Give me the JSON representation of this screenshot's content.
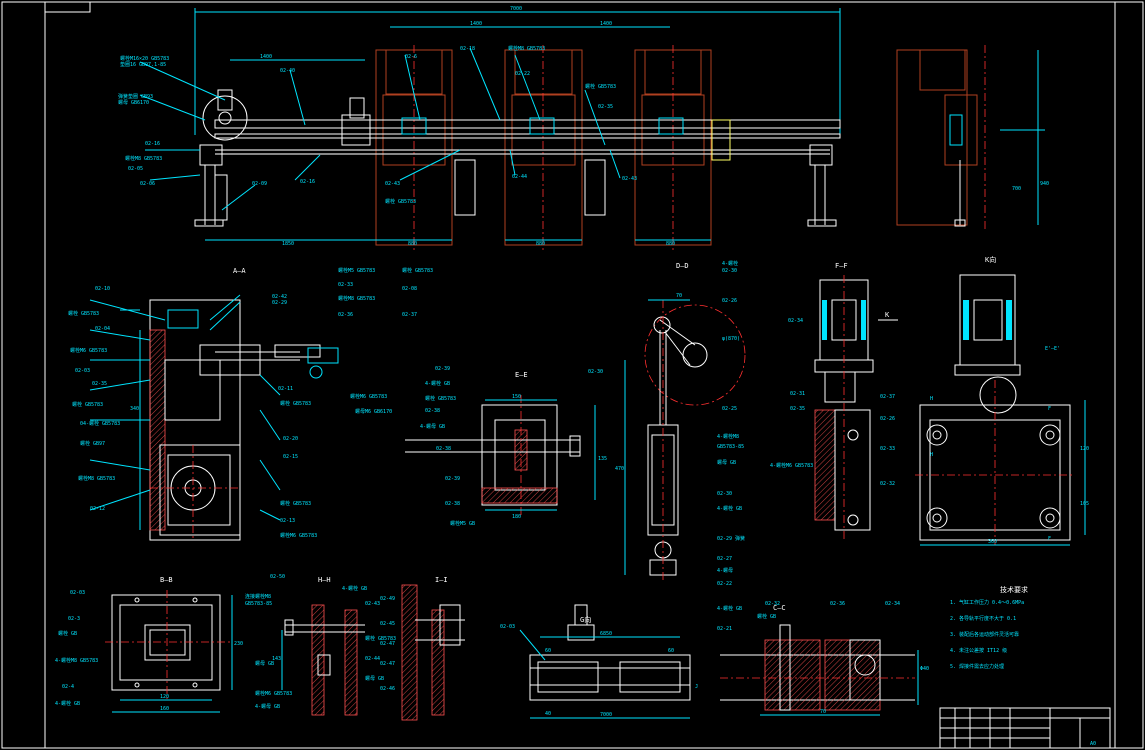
{
  "drawing": {
    "top_dims": {
      "overall": "7000",
      "span_left": "1400",
      "span_right": "1400",
      "left": "1400",
      "bottom_left": "1850",
      "press1": "880",
      "press2": "880",
      "press3": "880"
    },
    "views": {
      "aa": "A—A",
      "bb": "B—B",
      "cc": "C—C",
      "dd": "D—D",
      "ee": "E—E",
      "ff": "F—F",
      "hh": "H—H",
      "ii": "I—I",
      "kk": "K向",
      "gg": "G向"
    },
    "tech_req_title": "技术要求",
    "tech_req": [
      "1. 气缸工作压力 0.4～0.6MPa",
      "2. 各导轨平行度不大于 0.1",
      "3. 装配后各运动部件灵活可靠",
      "4. 未注公差按 IT12 级",
      "5. 焊接件需去应力处理"
    ],
    "dims_misc": {
      "d1": "6850",
      "d2": "7000",
      "d3": "40",
      "d4": "60",
      "d5": "150",
      "d6": "360",
      "d7": "470"
    },
    "title_block": {
      "label": "A0"
    }
  },
  "colors": {
    "bg": "#000000",
    "line": "#ffffff",
    "dim": "#00e5ff",
    "center": "#ff3030",
    "frame": "#b04020"
  }
}
